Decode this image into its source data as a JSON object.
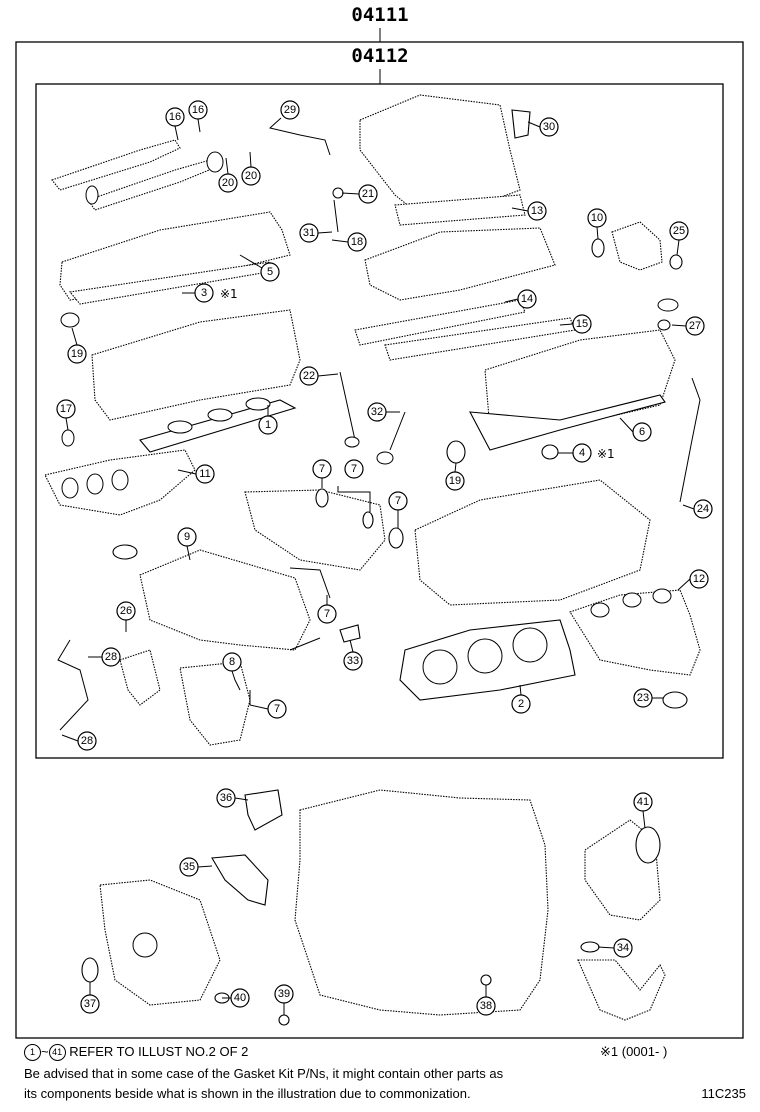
{
  "header": {
    "kit_outer": "04111",
    "kit_inner": "04112"
  },
  "footer": {
    "refer_start": "1",
    "refer_end": "41",
    "refer_tilde": "~",
    "refer_text": "REFER TO ILLUST NO.2 OF 2",
    "applicability_mark": "※1",
    "applicability_text": "(0001-      )",
    "note_line1": "Be advised that in some case of the Gasket Kit P/Ns,  it might contain other parts as",
    "note_line2": "its components beside what is shown in the illustration due to commonization.",
    "illustration_code": "11C235"
  },
  "notes": {
    "asterisk_1": "※1"
  },
  "callouts": [
    "16",
    "16",
    "29",
    "30",
    "20",
    "20",
    "21",
    "13",
    "31",
    "18",
    "10",
    "25",
    "5",
    "3",
    "14",
    "27",
    "15",
    "19",
    "22",
    "1",
    "32",
    "6",
    "17",
    "4",
    "19",
    "11",
    "7",
    "7",
    "7",
    "24",
    "9",
    "26",
    "28",
    "33",
    "12",
    "8",
    "7",
    "23",
    "2",
    "28",
    "36",
    "41",
    "35",
    "34",
    "37",
    "40",
    "39",
    "38"
  ]
}
